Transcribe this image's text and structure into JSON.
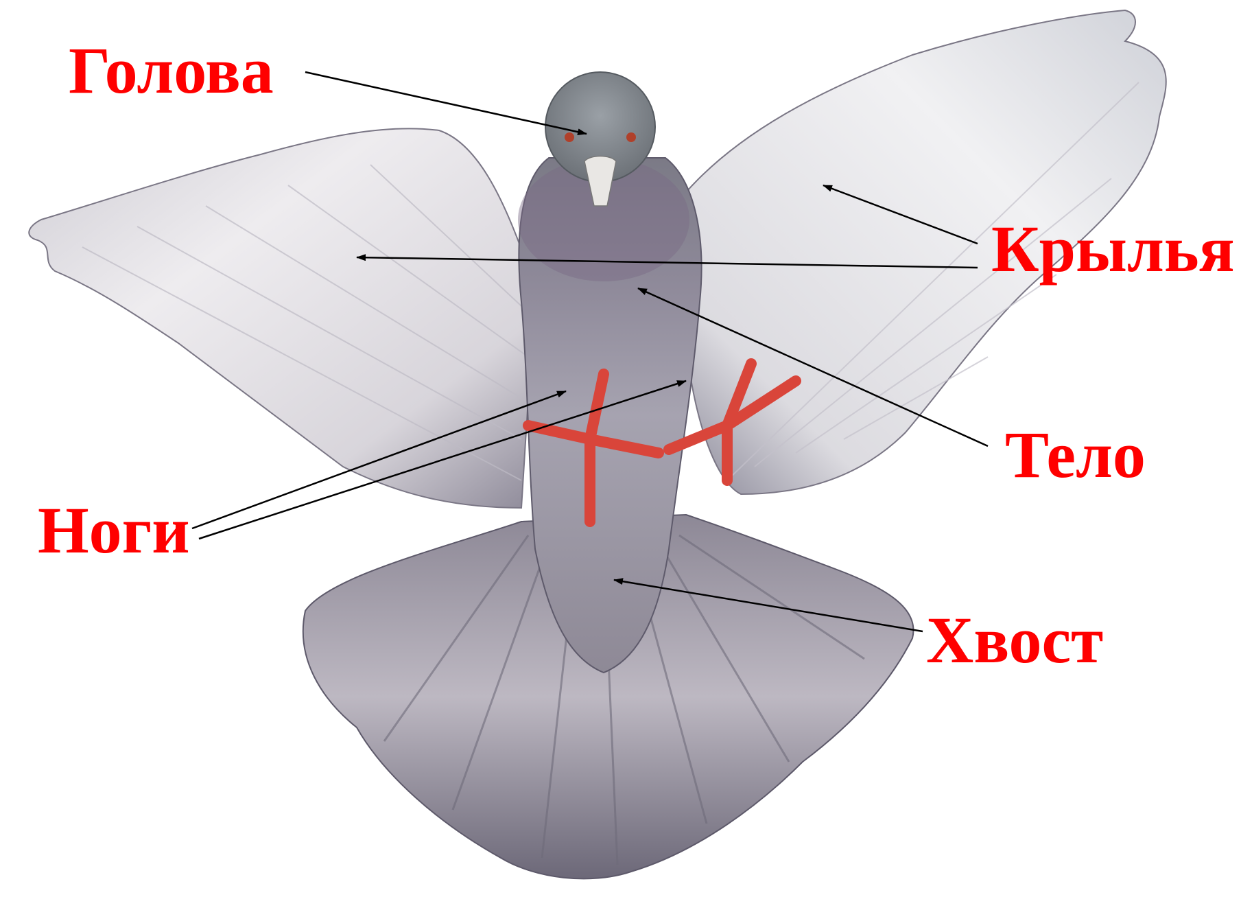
{
  "labels": {
    "head": "Голова",
    "wings": "Крылья",
    "body": "Тело",
    "legs": "Ноги",
    "tail": "Хвост"
  },
  "colors": {
    "label": "#ff0000",
    "arrow": "#000000",
    "feather_light": "#e8e6ea",
    "feather_mid": "#a9a6b2",
    "feather_dark": "#6f6b7c",
    "leg": "#d9453a"
  }
}
